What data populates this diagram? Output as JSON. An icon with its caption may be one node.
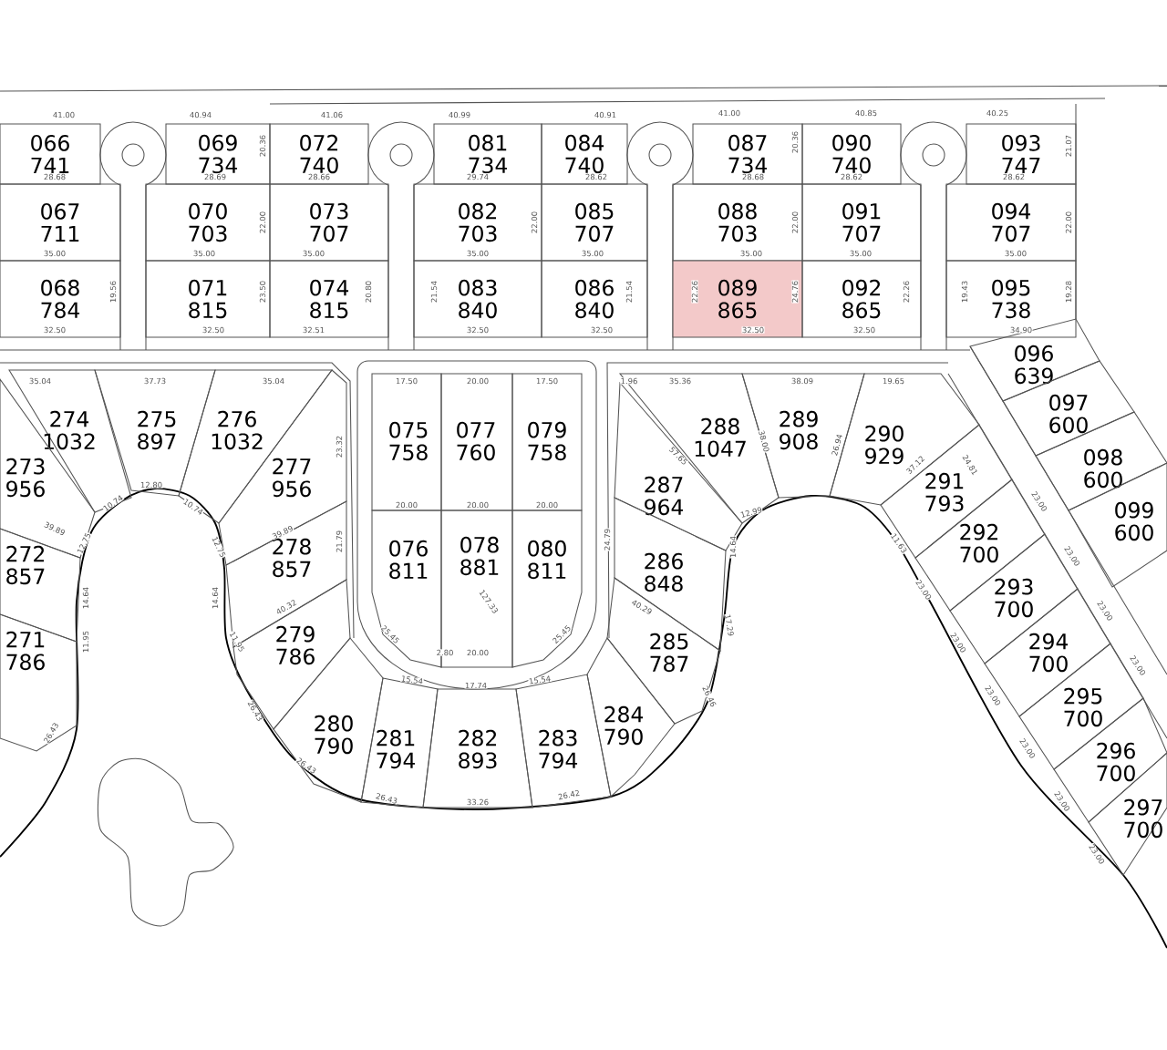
{
  "diagram": {
    "nodes": [
      {
        "text": [
          "066",
          "741"
        ]
      },
      {
        "text": [
          "067",
          "711"
        ]
      },
      {
        "text": [
          "068",
          "784"
        ]
      },
      {
        "text": [
          "069",
          "734"
        ]
      },
      {
        "text": [
          "070",
          "703"
        ]
      },
      {
        "text": [
          "071",
          "815"
        ]
      },
      {
        "text": [
          "072",
          "740"
        ]
      },
      {
        "text": [
          "073",
          "707"
        ]
      },
      {
        "text": [
          "074",
          "815"
        ]
      },
      {
        "text": [
          "081",
          "734"
        ]
      },
      {
        "text": [
          "082",
          "703"
        ]
      },
      {
        "text": [
          "083",
          "840"
        ]
      },
      {
        "text": [
          "084",
          "740"
        ]
      },
      {
        "text": [
          "085",
          "707"
        ]
      },
      {
        "text": [
          "086",
          "840"
        ]
      },
      {
        "text": [
          "087",
          "734"
        ]
      },
      {
        "text": [
          "088",
          "703"
        ]
      },
      {
        "text": [
          "089",
          "865"
        ]
      },
      {
        "text": [
          "090",
          "740"
        ]
      },
      {
        "text": [
          "091",
          "707"
        ]
      },
      {
        "text": [
          "092",
          "865"
        ]
      },
      {
        "text": [
          "093",
          "747"
        ]
      },
      {
        "text": [
          "094",
          "707"
        ]
      },
      {
        "text": [
          "095",
          "738"
        ]
      },
      {
        "text": [
          "274",
          "1032"
        ]
      },
      {
        "text": [
          "275",
          "897"
        ]
      },
      {
        "text": [
          "276",
          "1032"
        ]
      },
      {
        "text": [
          "273",
          "956"
        ]
      },
      {
        "text": [
          "277",
          "956"
        ]
      },
      {
        "text": [
          "075",
          "758"
        ]
      },
      {
        "text": [
          "077",
          "760"
        ]
      },
      {
        "text": [
          "079",
          "758"
        ]
      },
      {
        "text": [
          "288",
          "1047"
        ]
      },
      {
        "text": [
          "289",
          "908"
        ]
      },
      {
        "text": [
          "290",
          "929"
        ]
      },
      {
        "text": [
          "096",
          "639"
        ]
      },
      {
        "text": [
          "097",
          "600"
        ]
      },
      {
        "text": [
          "287",
          "964"
        ]
      },
      {
        "text": [
          "272",
          "857"
        ]
      },
      {
        "text": [
          "278",
          "857"
        ]
      },
      {
        "text": [
          "076",
          "811"
        ]
      },
      {
        "text": [
          "078",
          "881"
        ]
      },
      {
        "text": [
          "080",
          "811"
        ]
      },
      {
        "text": [
          "286",
          "848"
        ]
      },
      {
        "text": [
          "291",
          "793"
        ]
      },
      {
        "text": [
          "098",
          "600"
        ]
      },
      {
        "text": [
          "099",
          "600"
        ]
      },
      {
        "text": [
          "271",
          "786"
        ]
      },
      {
        "text": [
          "279",
          "786"
        ]
      },
      {
        "text": [
          "285",
          "787"
        ]
      },
      {
        "text": [
          "292",
          "700"
        ]
      },
      {
        "text": [
          "293",
          "700"
        ]
      },
      {
        "text": [
          "280",
          "790"
        ]
      },
      {
        "text": [
          "284",
          "790"
        ]
      },
      {
        "text": [
          "294",
          "700"
        ]
      },
      {
        "text": [
          "281",
          "794"
        ]
      },
      {
        "text": [
          "282",
          "893"
        ]
      },
      {
        "text": [
          "283",
          "794"
        ]
      },
      {
        "text": [
          "295",
          "700"
        ]
      },
      {
        "text": [
          "296",
          "700"
        ]
      },
      {
        "text": [
          "297",
          "700"
        ]
      }
    ],
    "labels": [
      "41.00",
      "40.94",
      "41.06",
      "40.99",
      "40.91",
      "41.00",
      "40.85",
      "40.25",
      "28.68",
      "28.69",
      "28.66",
      "29.74",
      "28.62",
      "28.68",
      "28.62",
      "28.62",
      "35.00",
      "35.00",
      "35.00",
      "35.00",
      "35.00",
      "35.00",
      "35.00",
      "35.00",
      "32.50",
      "32.50",
      "32.51",
      "32.50",
      "32.50",
      "32.50",
      "32.50",
      "34.90",
      "20.36",
      "20.36",
      "21.07",
      "22.00",
      "22.00",
      "22.00",
      "22.00",
      "19.56",
      "23.50",
      "20.80",
      "21.54",
      "21.54",
      "22.26",
      "24.76",
      "22.26",
      "19.43",
      "19.28",
      "35.04",
      "37.73",
      "35.04",
      "12.80",
      "10.74",
      "10.74",
      "12.75",
      "12.75",
      "39.89",
      "39.89",
      "14.64",
      "14.64",
      "11.95",
      "11.95",
      "40.32",
      "21.79",
      "23.32",
      "26.43",
      "26.43",
      "26.43",
      "26.43",
      "33.26",
      "26.42",
      "17.50",
      "20.00",
      "17.50",
      "20.00",
      "20.00",
      "20.00",
      "2.80",
      "20.00",
      "15.54",
      "17.74",
      "15.54",
      "25.45",
      "25.45",
      "127.33",
      "1.96",
      "35.36",
      "38.09",
      "19.65",
      "57.65",
      "38.00",
      "26.94",
      "37.12",
      "12.99",
      "40.29",
      "14.64",
      "17.29",
      "26.46",
      "24.79",
      "11.63",
      "24.81",
      "23.00",
      "23.00",
      "23.00",
      "23.00",
      "23.00",
      "23.00",
      "23.00",
      "23.00",
      "23.00",
      "23.00"
    ]
  }
}
